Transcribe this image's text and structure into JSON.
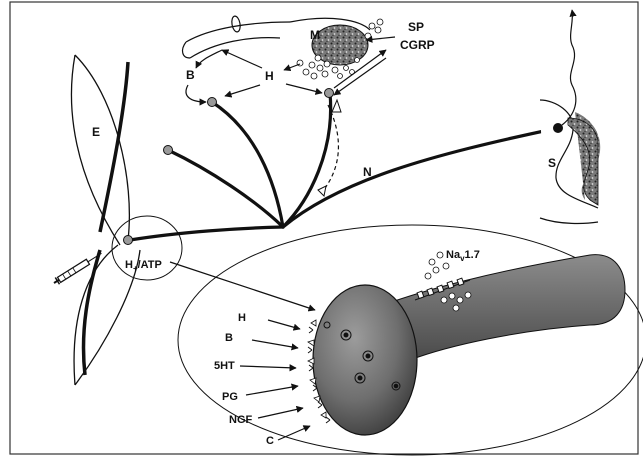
{
  "labels": {
    "E": "E",
    "B": "B",
    "H_top": "H",
    "M": "M",
    "SP": "SP",
    "CGRP": "CGRP",
    "N": "N",
    "S": "S",
    "H_atp_main": "H",
    "H_atp_sub": "+",
    "H_atp_rest": "/ATP",
    "Na_main": "Na",
    "Na_sub": "v",
    "Na_rest": "1.7",
    "mediators": [
      "H",
      "B",
      "5HT",
      "PG",
      "NGF",
      "C"
    ]
  },
  "colors": {
    "ink": "#111111",
    "frame": "#333333",
    "node_gray": "#9a9a9a",
    "neuron_body": "#7a7a7a",
    "terminal": "#111111"
  }
}
